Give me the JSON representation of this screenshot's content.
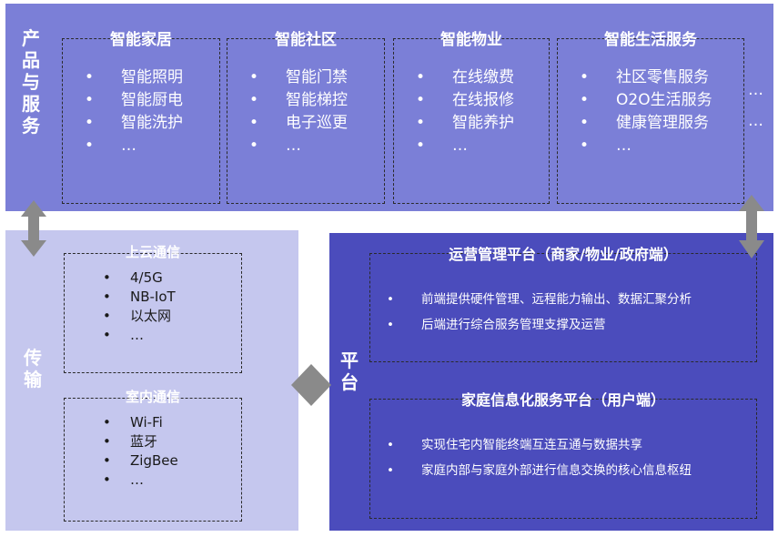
{
  "products": {
    "label": "产品与服务",
    "columns": [
      {
        "title": "智能家居",
        "items": [
          "智能照明",
          "智能厨电",
          "智能洗护",
          "…"
        ]
      },
      {
        "title": "智能社区",
        "items": [
          "智能门禁",
          "智能梯控",
          "电子巡更",
          "…"
        ]
      },
      {
        "title": "智能物业",
        "items": [
          "在线缴费",
          "在线报修",
          "智能养护",
          "…"
        ]
      },
      {
        "title": "智能生活服务",
        "items": [
          "社区零售服务",
          "O2O生活服务",
          "健康管理服务",
          "…"
        ]
      }
    ],
    "more": [
      "…",
      "…"
    ]
  },
  "transmission": {
    "label": "传输",
    "boxes": [
      {
        "title": "上云通信",
        "items": [
          "4/5G",
          "NB-IoT",
          "以太网",
          "…"
        ]
      },
      {
        "title": "室内通信",
        "items": [
          "Wi-Fi",
          "蓝牙",
          "ZigBee",
          "…"
        ]
      }
    ]
  },
  "platform": {
    "label": "平台",
    "boxes": [
      {
        "title": "运营管理平台（商家/物业/政府端）",
        "items": [
          "前端提供硬件管理、远程能力输出、数据汇聚分析",
          "后端进行综合服务管理支撑及运营"
        ]
      },
      {
        "title": "家庭信息化服务平台（用户端）",
        "items": [
          "实现住宅内智能终端互连互通与数据共享",
          "家庭内部与家庭外部进行信息交换的核心信息枢纽"
        ]
      }
    ]
  },
  "colors": {
    "top_panel": "#7b7fd7",
    "transmission_panel": "#c5c7ee",
    "platform_panel": "#4b4cbc",
    "arrow": "#8a8a8a"
  }
}
